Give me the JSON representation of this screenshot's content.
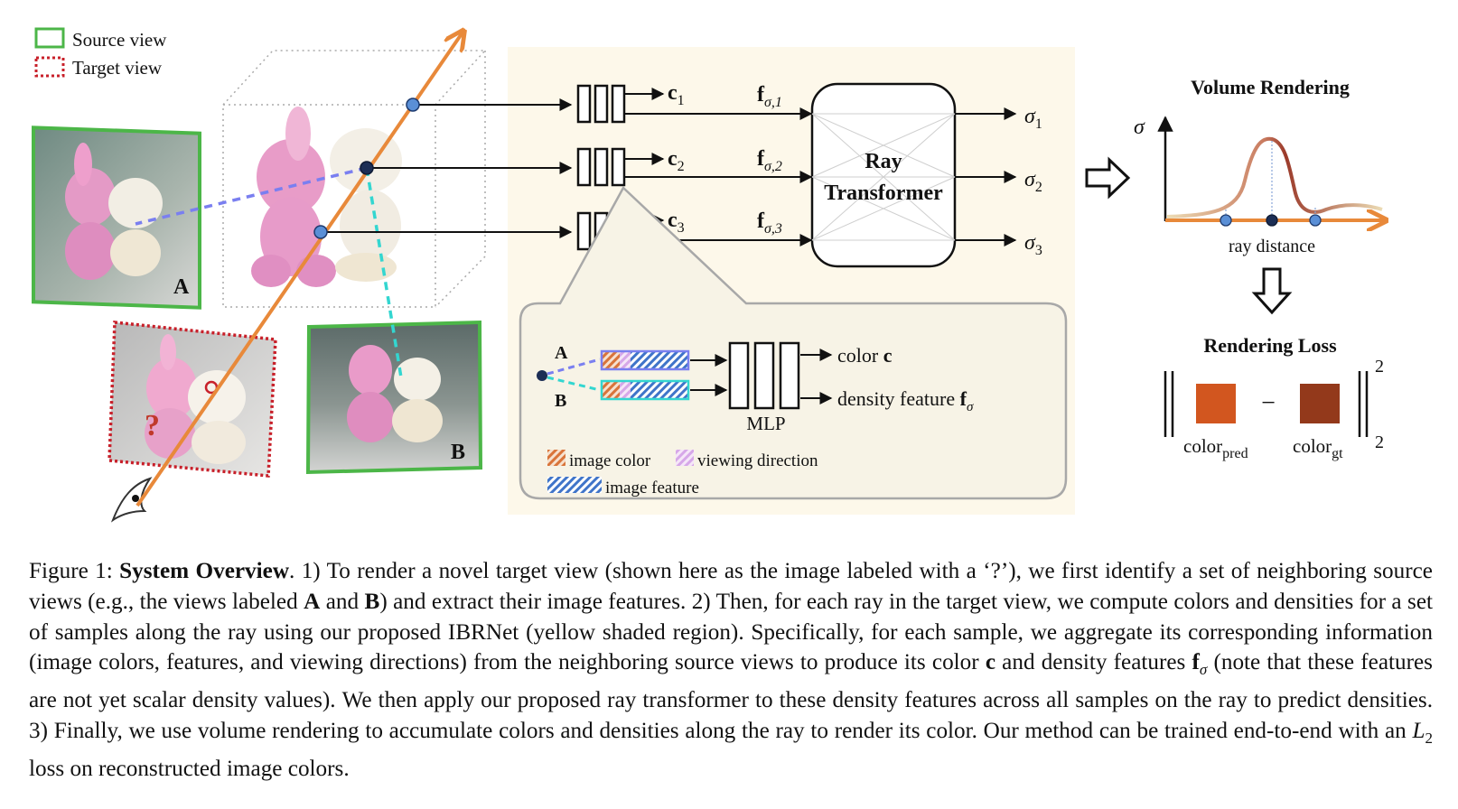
{
  "legend": {
    "source_view": "Source view",
    "target_view": "Target view"
  },
  "views": {
    "a": "A",
    "b": "B",
    "question": "?"
  },
  "pipeline": {
    "colors": [
      "c",
      "c",
      "c"
    ],
    "color_subs": [
      "1",
      "2",
      "3"
    ],
    "feature_base": "f",
    "feature_subs": [
      "σ,1",
      "σ,2",
      "σ,3"
    ],
    "ray_transformer": [
      "Ray",
      "Transformer"
    ],
    "sigma": "σ",
    "sigma_subs": [
      "1",
      "2",
      "3"
    ]
  },
  "inset": {
    "label_a": "A",
    "label_b": "B",
    "mlp": "MLP",
    "out_color": "color ",
    "out_color_bold": "c",
    "out_density": "density feature ",
    "out_density_bold": "f",
    "out_density_sub": "σ",
    "legend_image_color": "image color",
    "legend_viewing_direction": "viewing direction",
    "legend_image_feature": "image feature"
  },
  "volume": {
    "title": "Volume Rendering",
    "y_axis": "σ",
    "x_axis": "ray distance"
  },
  "loss": {
    "title": "Rendering Loss",
    "pred_base": "color",
    "pred_sub": "pred",
    "gt_base": "color",
    "gt_sub": "gt",
    "minus": "−",
    "exp_top": "2",
    "exp_bottom": "2"
  },
  "colors": {
    "source_green": "#4cb648",
    "target_red": "#c8202a",
    "ray_orange": "#e8893a",
    "inset_bg": "#fdf8ea",
    "pred_color": "#d2561f",
    "gt_color": "#93391b",
    "sample_blue": "#5a8fd6",
    "dash_blue": "#7a7ff0",
    "dash_cyan": "#33d6d0"
  },
  "caption": {
    "p1": "Figure 1: ",
    "p1b": "System Overview",
    "p2": ".  1) To render a novel target view (shown here as the image labeled with a ‘?’), we first identify a set of neighboring source views (e.g., the views labeled ",
    "p2a": "A",
    "p2and": " and ",
    "p2b": "B",
    "p3": ") and extract their image features. 2) Then, for each ray in the target view, we compute colors and densities for a set of samples along the ray using our proposed IBRNet (yellow shaded region). Specifically, for each sample, we aggregate its corresponding information (image colors, features, and viewing directions) from the neighboring source views to produce its color ",
    "p3c": "c",
    "p4": " and density features ",
    "p4f": "f",
    "p4sub": "σ",
    "p5": " (note that these features are not yet scalar density values). We then apply our proposed ray transformer to these density features across all samples on the ray to predict densities. 3) Finally, we use volume rendering to accumulate colors and densities along the ray to render its color. Our method can be trained end-to-end with an ",
    "p5L": "L",
    "p5sub": "2",
    "p6": " loss on reconstructed image colors."
  }
}
